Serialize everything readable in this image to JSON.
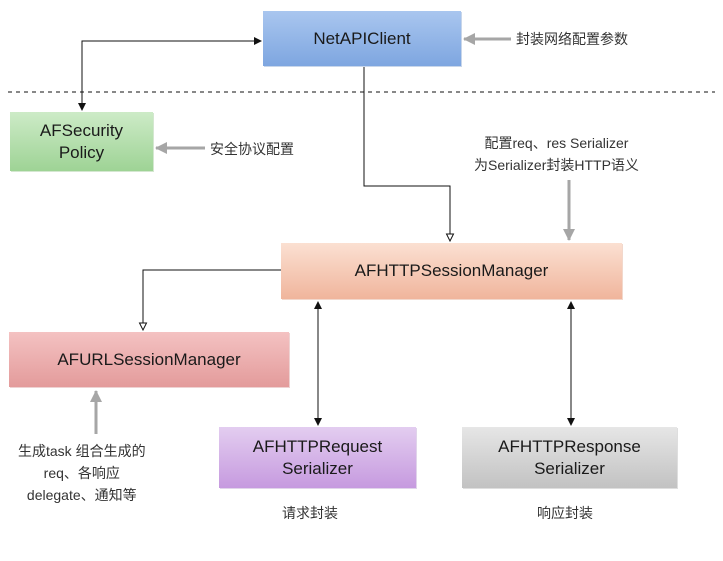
{
  "boxes": {
    "netapi_client": {
      "label": "NetAPIClient"
    },
    "af_security_policy": {
      "line1": "AFSecurity",
      "line2": "Policy"
    },
    "af_http_session_manager": {
      "label": "AFHTTPSessionManager"
    },
    "af_url_session_manager": {
      "label": "AFURLSessionManager"
    },
    "af_http_request_serializer": {
      "line1": "AFHTTPRequest",
      "line2": "Serializer"
    },
    "af_http_response_serializer": {
      "line1": "AFHTTPResponse",
      "line2": "Serializer"
    }
  },
  "notes": {
    "netapi": "封装网络配置参数",
    "security": "安全协议配置",
    "serializer": {
      "line1": "配置req、res Serializer",
      "line2": "为Serializer封装HTTP语义"
    },
    "url_session": {
      "line1": "生成task 组合生成的",
      "line2": "req、各响应",
      "line3": "delegate、通知等"
    },
    "request": "请求封装",
    "response": "响应封装"
  },
  "colors": {
    "line": "#111111",
    "hint_arrow": "#a6a6a6",
    "netapi_fill": "#7ea6e0",
    "security_fill": "#9ed395",
    "session_fill": "#f0b59c",
    "url_fill": "#e39b9b",
    "request_fill": "#c69adf",
    "response_fill": "#c2c2c2"
  }
}
